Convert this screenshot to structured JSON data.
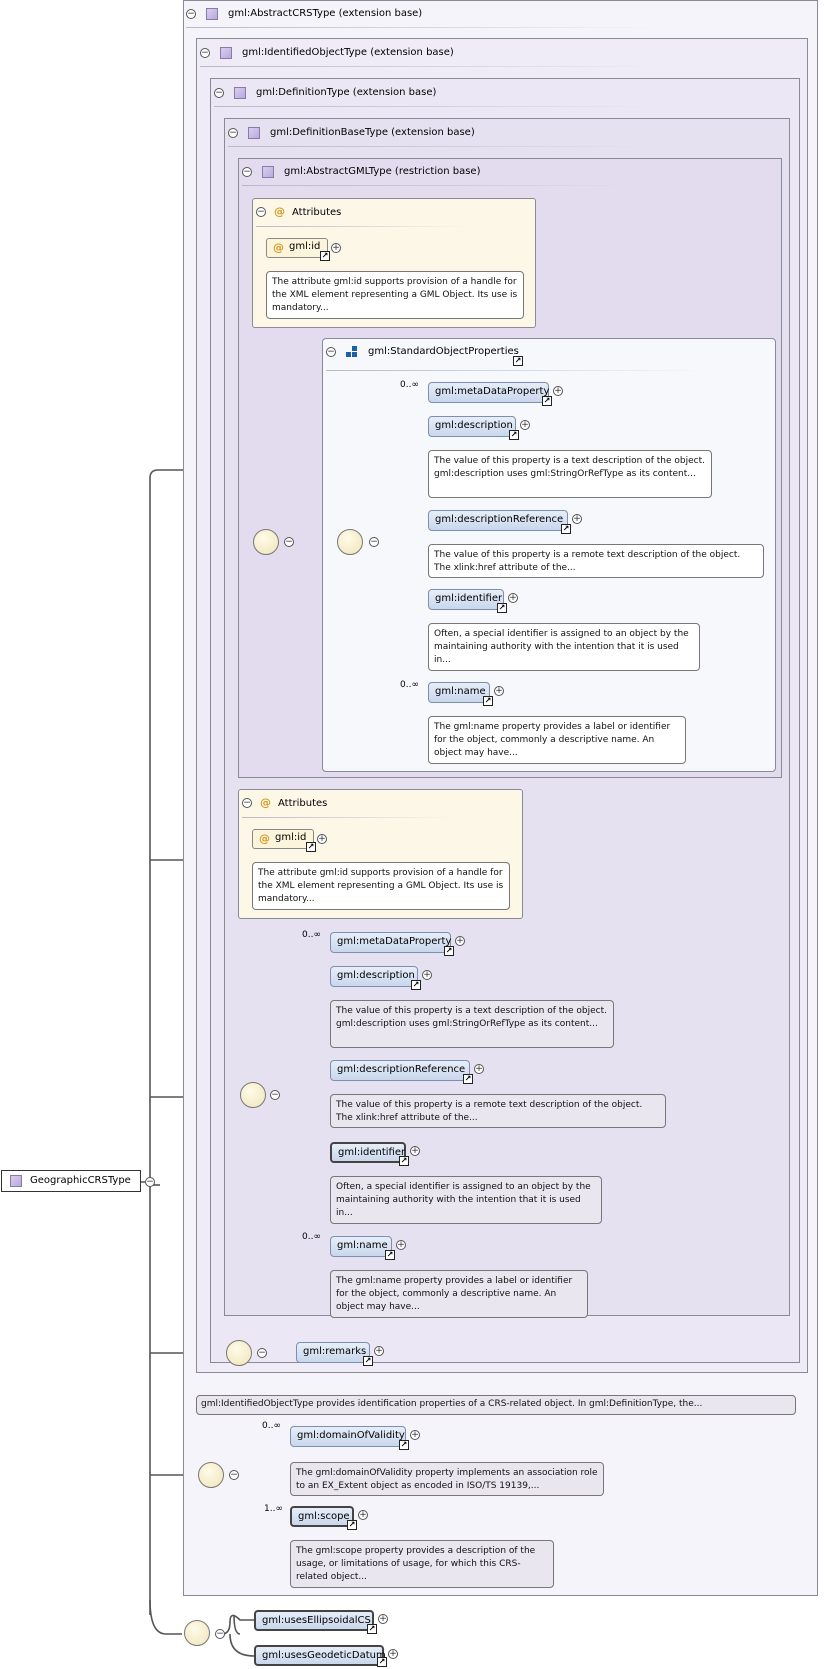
{
  "root": {
    "label": "GeographicCRSType"
  },
  "frames": {
    "abstract_crs": "gml:AbstractCRSType (extension base)",
    "identified_object": "gml:IdentifiedObjectType (extension base)",
    "definition": "gml:DefinitionType (extension base)",
    "definition_base": "gml:DefinitionBaseType (extension base)",
    "abstract_gml": "gml:AbstractGMLType (restriction base)"
  },
  "attributes": {
    "title": "Attributes",
    "id_label": "gml:id",
    "id_doc": "The attribute gml:id supports provision of a handle for the XML element representing a GML Object. Its use is mandatory..."
  },
  "group": {
    "title": "gml:StandardObjectProperties"
  },
  "elements": {
    "metadata": "gml:metaDataProperty",
    "description": "gml:description",
    "description_doc": "The value of this property is a text description of the object. gml:description uses gml:StringOrRefType as its content...",
    "description_ref": "gml:descriptionReference",
    "description_ref_doc": "The value of this property is a remote text description of the object. The xlink:href attribute of the...",
    "identifier": "gml:identifier",
    "identifier_doc": "Often, a special identifier is assigned to an object by the maintaining authority with the intention that it is used in...",
    "name": "gml:name",
    "name_doc": "The gml:name property provides a label or identifier for the object, commonly a descriptive name. An object may have...",
    "remarks": "gml:remarks",
    "domain": "gml:domainOfValidity",
    "domain_doc": "The gml:domainOfValidity property implements an association role to an EX_Extent object as encoded in ISO/TS 19139,...",
    "scope": "gml:scope",
    "scope_doc": "The gml:scope property provides a description of the usage, or limitations of usage, for which this CRS-related object...",
    "uses_ellipsoidal": "gml:usesEllipsoidalCS",
    "uses_geodetic": "gml:usesGeodeticDatum"
  },
  "identified_doc": "gml:IdentifiedObjectType provides identification properties of a CRS-related object. In gml:DefinitionType, the...",
  "cardinality": {
    "many": "0..∞",
    "one_many": "1..∞"
  },
  "symbols": {
    "collapse": "−",
    "expand": "+",
    "link": "↗",
    "attribute": "@"
  }
}
